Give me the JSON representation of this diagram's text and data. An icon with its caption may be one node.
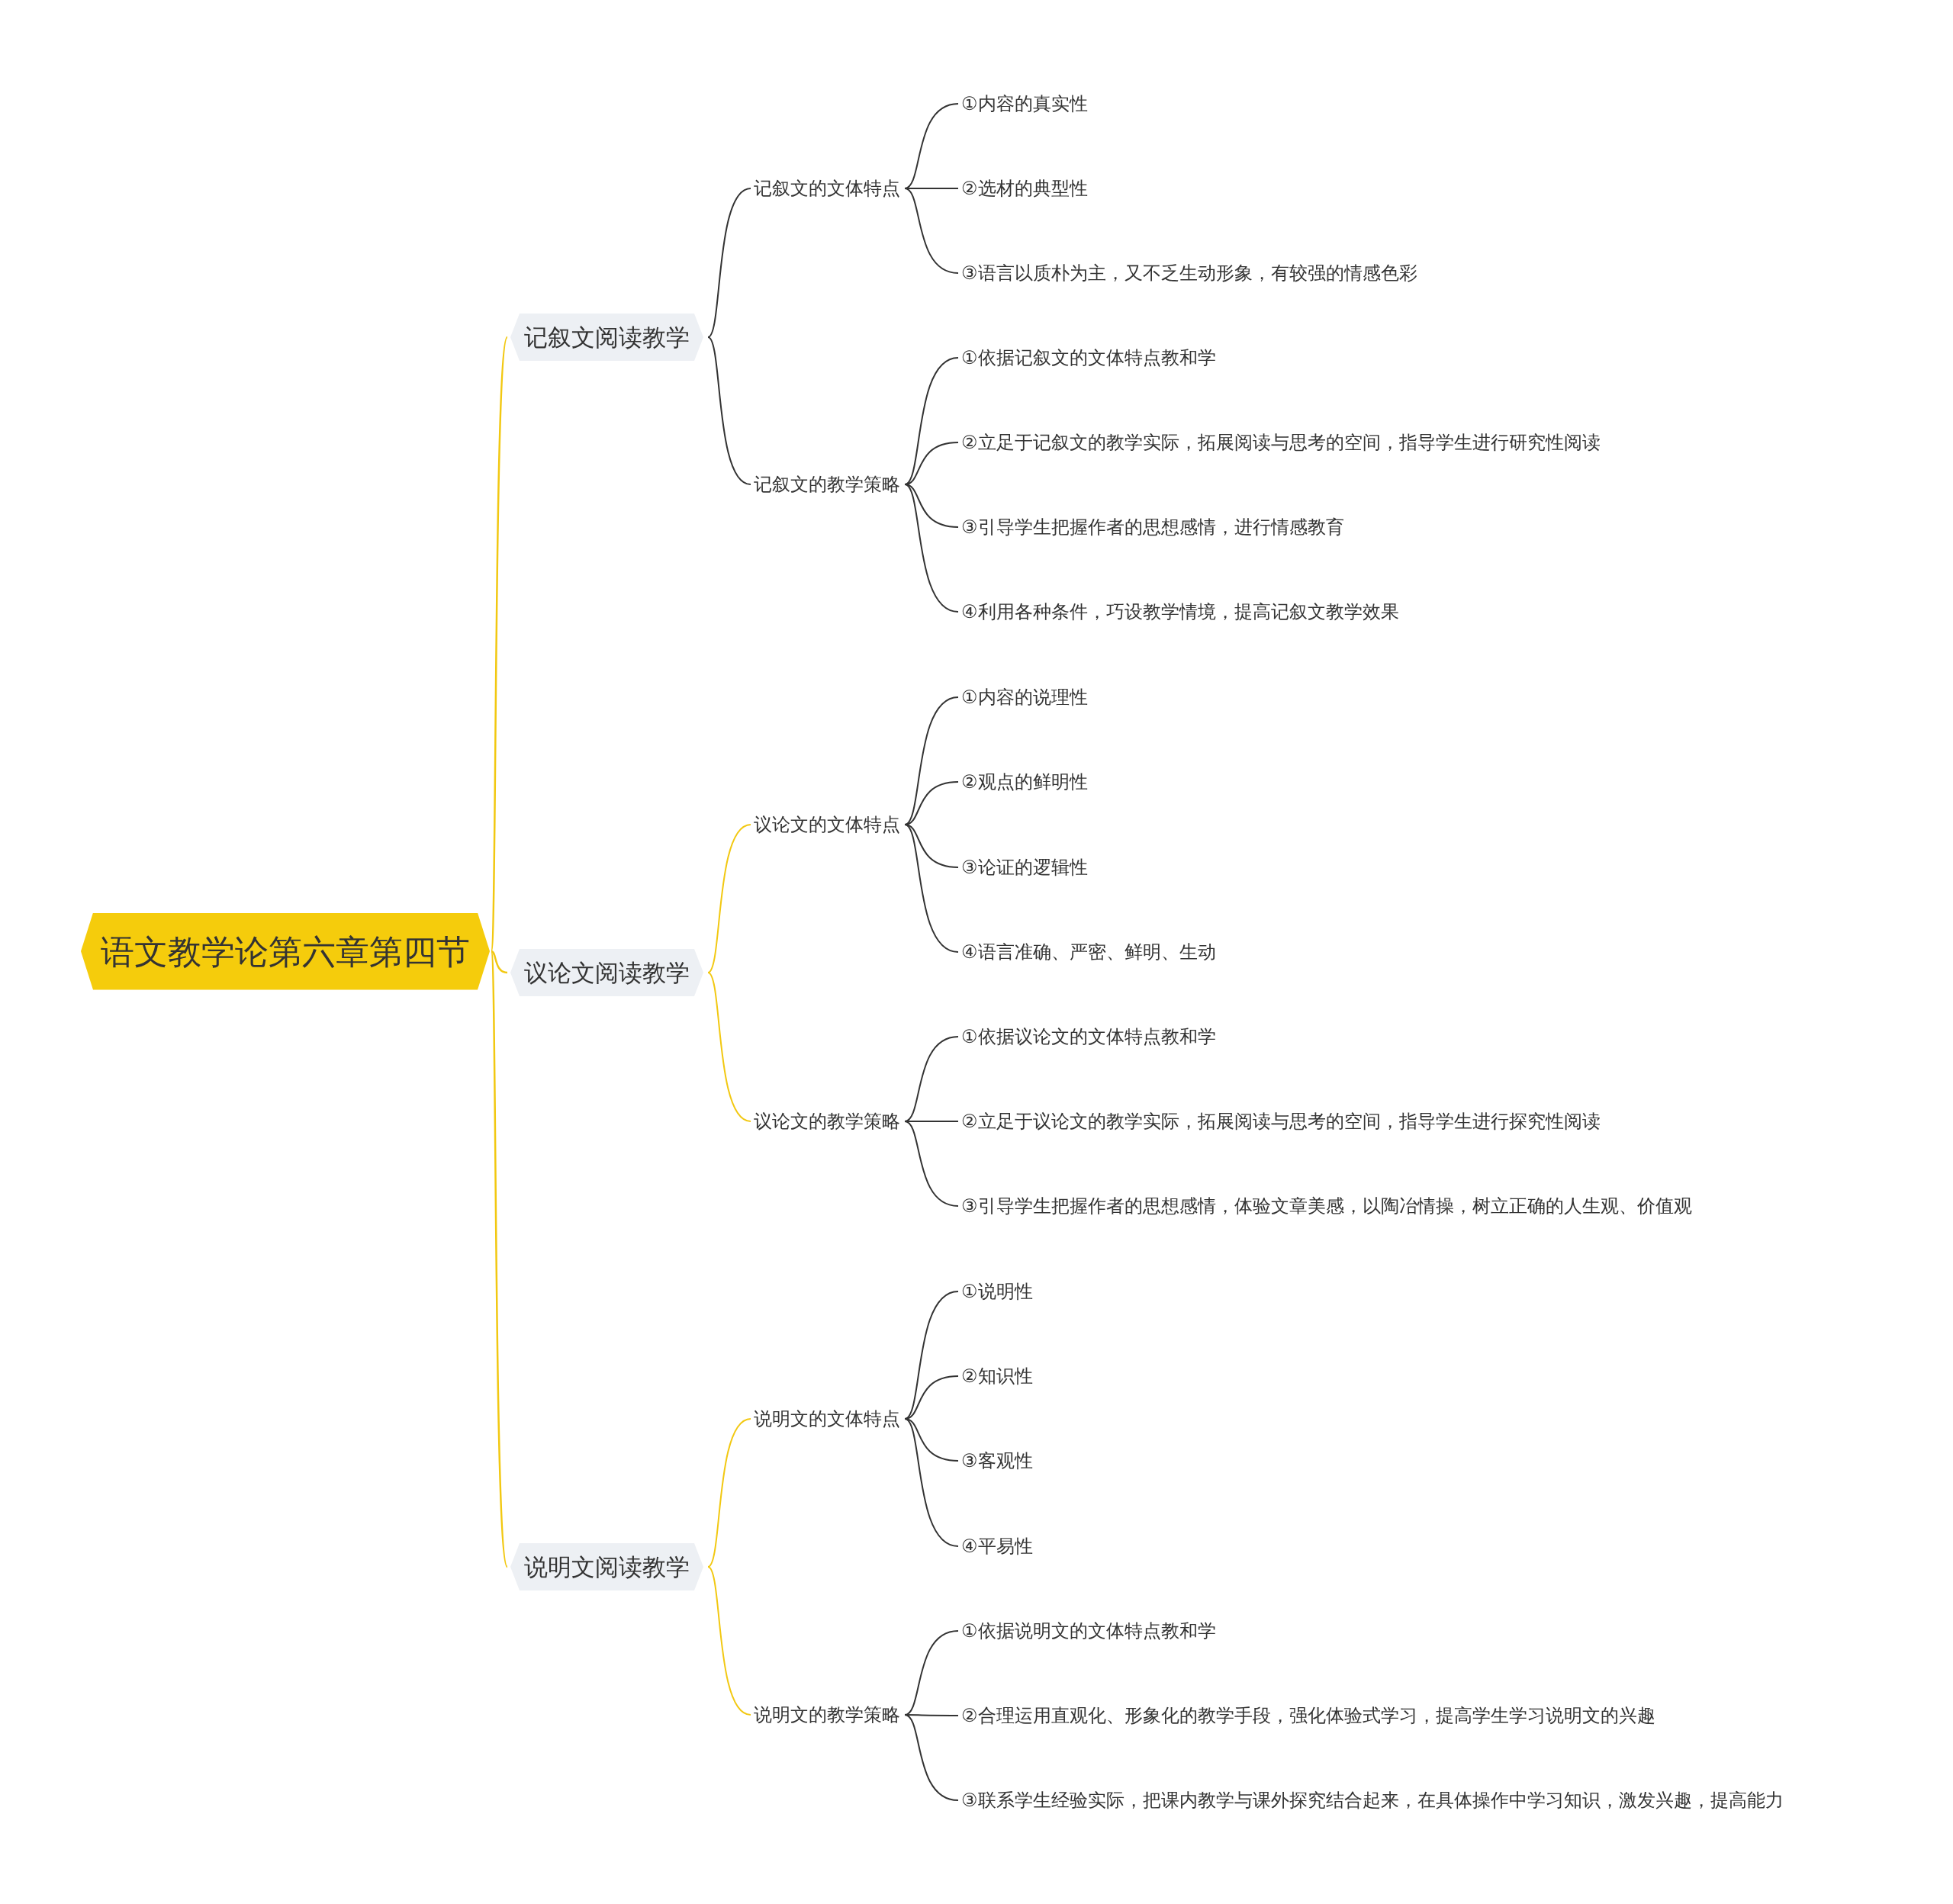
{
  "diagram": {
    "nodes": [
      {
        "text": [
          "语文教学论第六章第四节"
        ]
      },
      {
        "text": [
          "记叙文阅读教学"
        ]
      },
      {
        "text": [
          "记叙文的文体特点"
        ]
      },
      {
        "text": [
          "①内容的真实性"
        ]
      },
      {
        "text": [
          "②选材的典型性"
        ]
      },
      {
        "text": [
          "③语言以质朴为主，又不乏生动形象，有较强的情感色彩"
        ]
      },
      {
        "text": [
          "记叙文的教学策略"
        ]
      },
      {
        "text": [
          "①依据记叙文的文体特点教和学"
        ]
      },
      {
        "text": [
          "②立足于记叙文的教学实际，拓展阅读与思考的空间，指导学生进行研究性阅读"
        ]
      },
      {
        "text": [
          "③引导学生把握作者的思想感情，进行情感教育"
        ]
      },
      {
        "text": [
          "④利用各种条件，巧设教学情境，提高记叙文教学效果"
        ]
      },
      {
        "text": [
          "议论文阅读教学"
        ]
      },
      {
        "text": [
          "议论文的文体特点"
        ]
      },
      {
        "text": [
          "①内容的说理性"
        ]
      },
      {
        "text": [
          "②观点的鲜明性"
        ]
      },
      {
        "text": [
          "③论证的逻辑性"
        ]
      },
      {
        "text": [
          "④语言准确、严密、鲜明、生动"
        ]
      },
      {
        "text": [
          "议论文的教学策略"
        ]
      },
      {
        "text": [
          "①依据议论文的文体特点教和学"
        ]
      },
      {
        "text": [
          "②立足于议论文的教学实际，拓展阅读与思考的空间，指导学生进行探究性阅读"
        ]
      },
      {
        "text": [
          "③引导学生把握作者的思想感情，体验文章美感，以陶冶情操，树立正确的人生观、价值观"
        ]
      },
      {
        "text": [
          "说明文阅读教学"
        ]
      },
      {
        "text": [
          "说明文的文体特点"
        ]
      },
      {
        "text": [
          "①说明性"
        ]
      },
      {
        "text": [
          "②知识性"
        ]
      },
      {
        "text": [
          "③客观性"
        ]
      },
      {
        "text": [
          "④平易性"
        ]
      },
      {
        "text": [
          "说明文的教学策略"
        ]
      },
      {
        "text": [
          "①依据说明文的文体特点教和学"
        ]
      },
      {
        "text": [
          "②合理运用直观化、形象化的教学手段，强化体验式学习，提高学生学习说明文的兴趣"
        ]
      },
      {
        "text": [
          "③联系学生经验实际，把课内教学与课外探究结合起来，在具体操作中学习知识，激发兴趣，提高能力"
        ]
      }
    ],
    "edges": [
      {
        "from": 0,
        "to": 1,
        "arrow": "none",
        "color": "#f2c811"
      },
      {
        "from": 1,
        "to": 2,
        "arrow": "none"
      },
      {
        "from": 2,
        "to": 3,
        "arrow": "none"
      },
      {
        "from": 2,
        "to": 4,
        "arrow": "none"
      },
      {
        "from": 2,
        "to": 5,
        "arrow": "none"
      },
      {
        "from": 1,
        "to": 6,
        "arrow": "none"
      },
      {
        "from": 6,
        "to": 7,
        "arrow": "none"
      },
      {
        "from": 6,
        "to": 8,
        "arrow": "none"
      },
      {
        "from": 6,
        "to": 9,
        "arrow": "none"
      },
      {
        "from": 6,
        "to": 10,
        "arrow": "none"
      },
      {
        "from": 0,
        "to": 11,
        "arrow": "none",
        "color": "#f2c811"
      },
      {
        "from": 11,
        "to": 12,
        "arrow": "none",
        "color": "#f2c811"
      },
      {
        "from": 12,
        "to": 13,
        "arrow": "none"
      },
      {
        "from": 12,
        "to": 14,
        "arrow": "none"
      },
      {
        "from": 12,
        "to": 15,
        "arrow": "none"
      },
      {
        "from": 12,
        "to": 16,
        "arrow": "none"
      },
      {
        "from": 11,
        "to": 17,
        "arrow": "none",
        "color": "#f2c811"
      },
      {
        "from": 17,
        "to": 18,
        "arrow": "none"
      },
      {
        "from": 17,
        "to": 19,
        "arrow": "none"
      },
      {
        "from": 17,
        "to": 20,
        "arrow": "none"
      },
      {
        "from": 0,
        "to": 21,
        "arrow": "none",
        "color": "#f2c811"
      },
      {
        "from": 21,
        "to": 22,
        "arrow": "none",
        "color": "#f2c811"
      },
      {
        "from": 22,
        "to": 23,
        "arrow": "none"
      },
      {
        "from": 22,
        "to": 24,
        "arrow": "none"
      },
      {
        "from": 22,
        "to": 25,
        "arrow": "none"
      },
      {
        "from": 22,
        "to": 26,
        "arrow": "none"
      },
      {
        "from": 21,
        "to": 27,
        "arrow": "none",
        "color": "#f2c811"
      },
      {
        "from": 27,
        "to": 28,
        "arrow": "none"
      },
      {
        "from": 27,
        "to": 29,
        "arrow": "none"
      },
      {
        "from": 27,
        "to": 30,
        "arrow": "none"
      }
    ]
  }
}
